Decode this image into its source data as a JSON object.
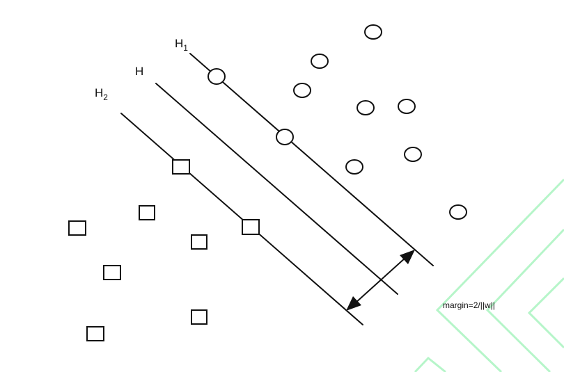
{
  "labels": {
    "h1": {
      "main": "H",
      "sub": "1"
    },
    "h": {
      "main": "H"
    },
    "h2": {
      "main": "H",
      "sub": "2"
    },
    "margin": "margin=2/||w||"
  },
  "colors": {
    "ink": "#111111",
    "decor": "#b6f5c9",
    "background": "#ffffff"
  },
  "class_a_shape": "circle",
  "class_b_shape": "square"
}
